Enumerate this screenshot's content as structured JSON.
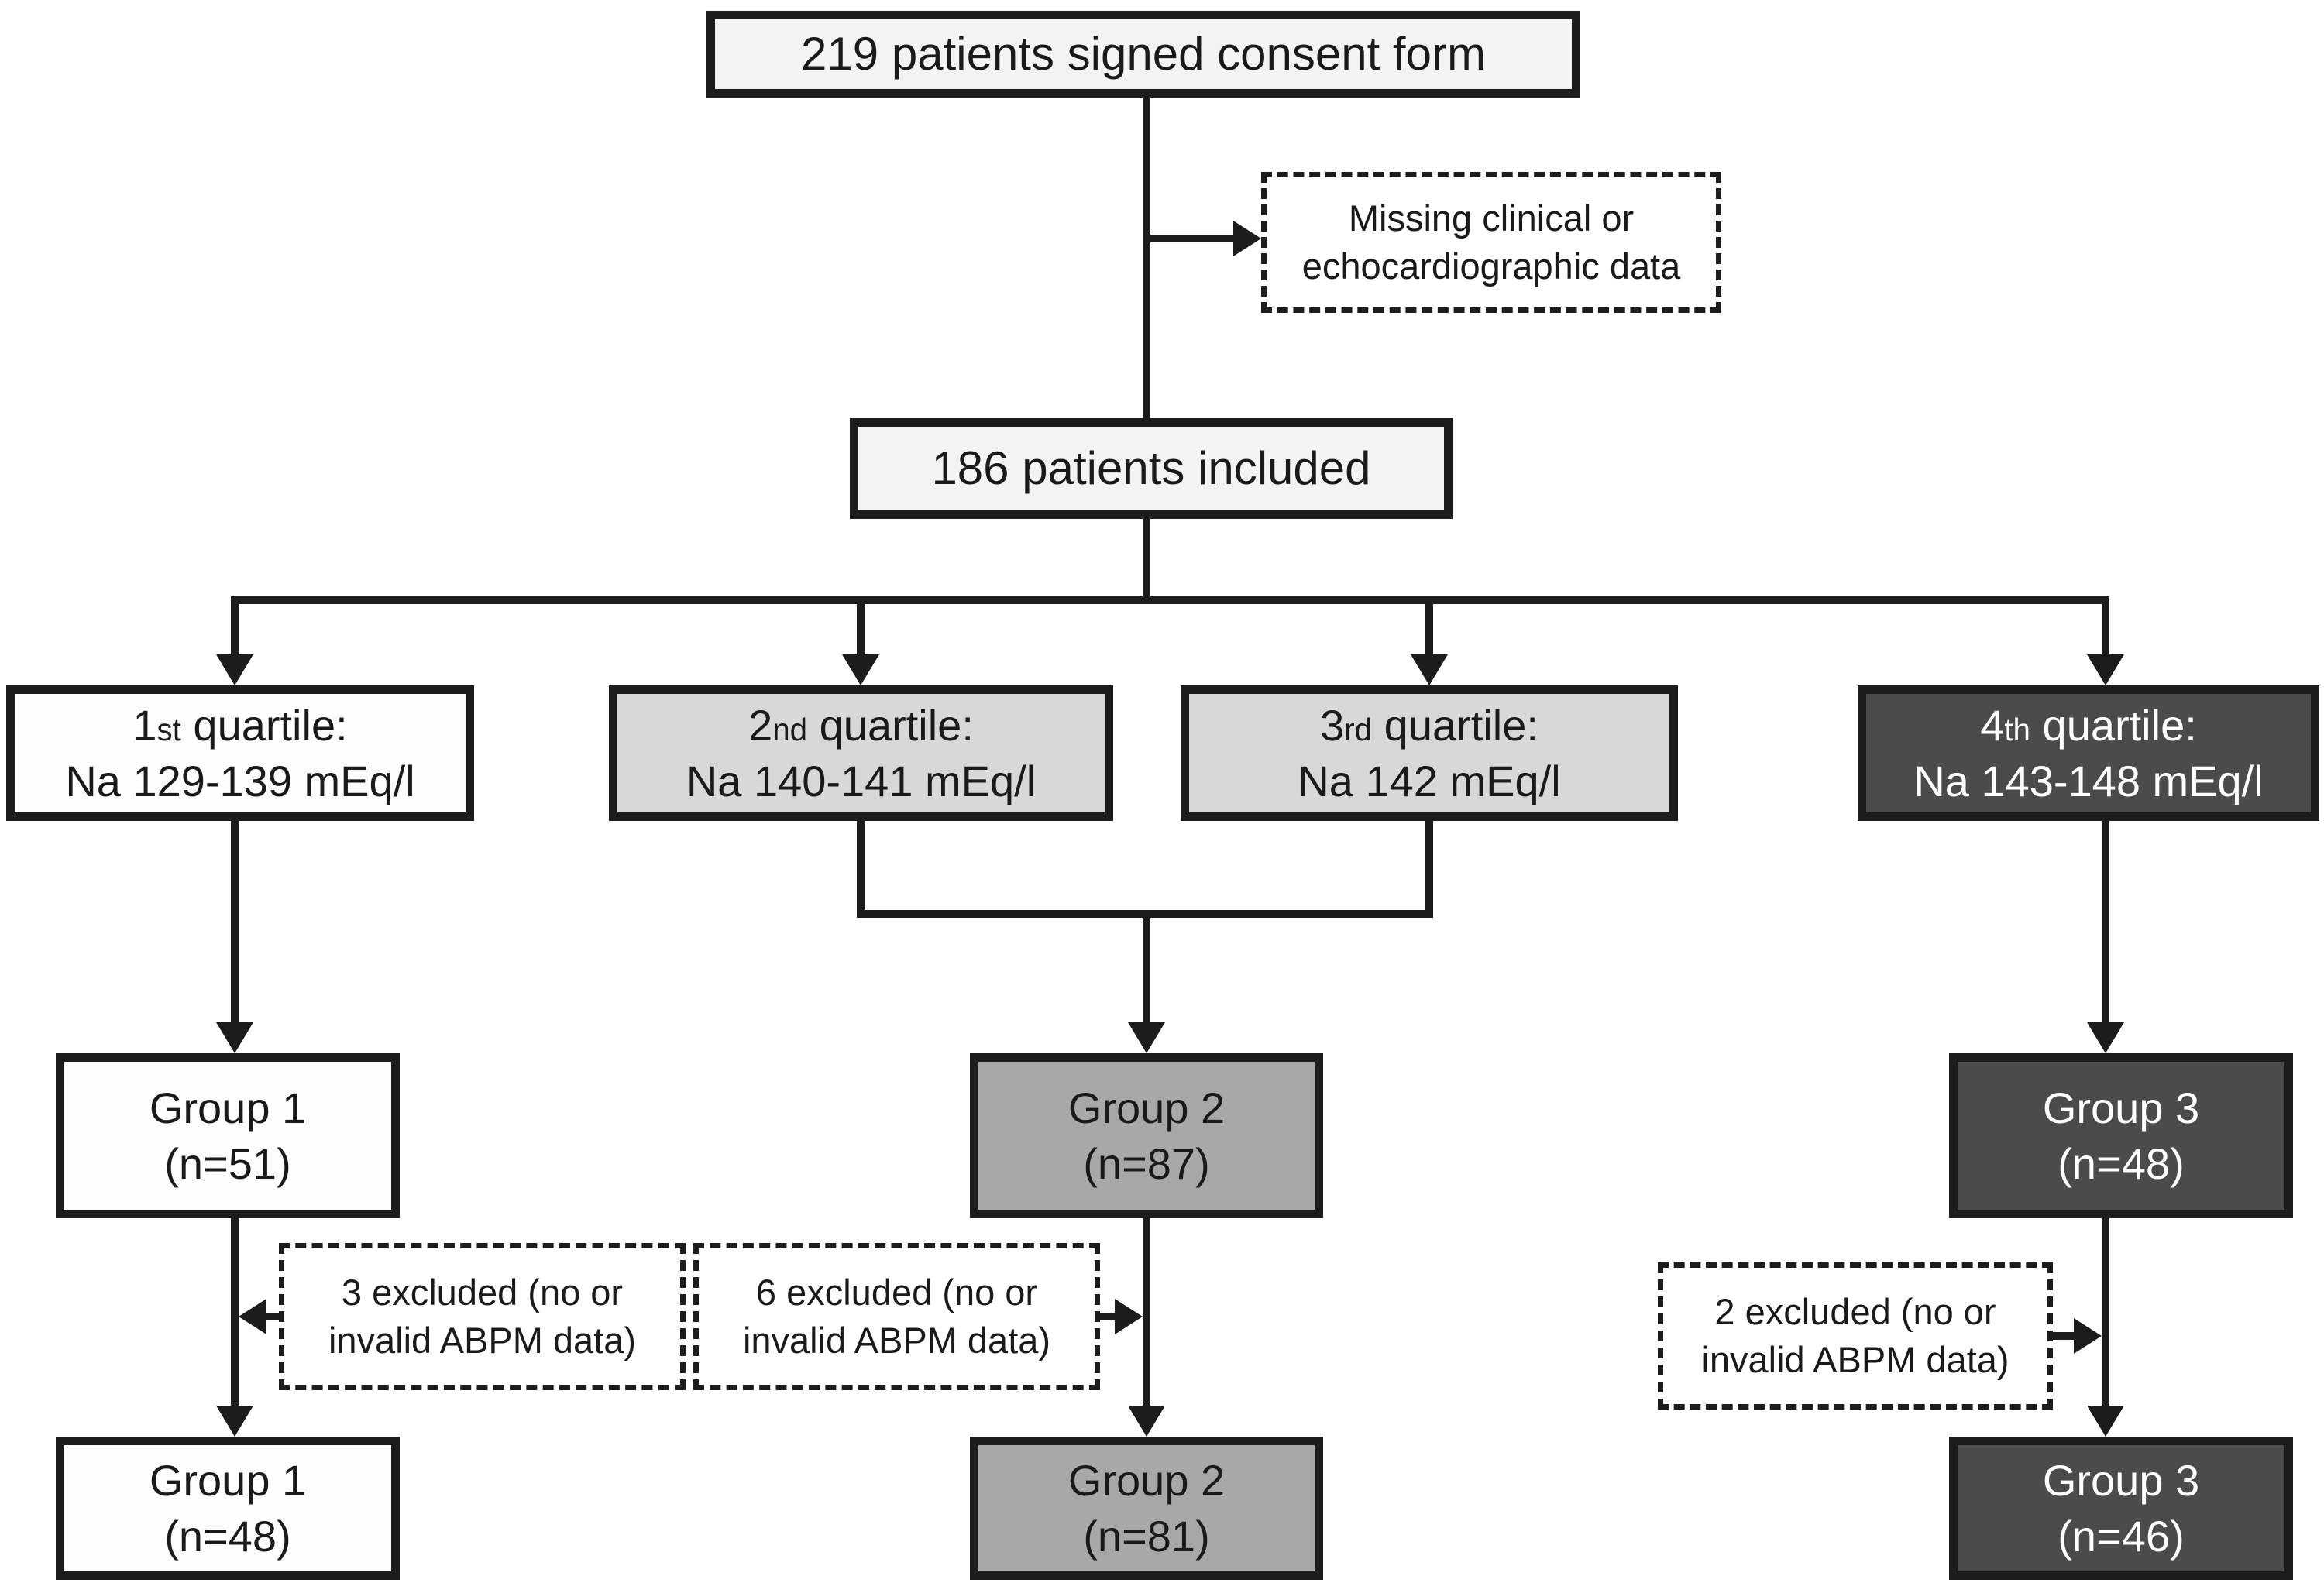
{
  "diagram": {
    "consent": {
      "label": "219 patients signed consent form"
    },
    "missing": {
      "line1": "Missing clinical or",
      "line2": "echocardiographic data"
    },
    "included": {
      "label": "186 patients included"
    },
    "quartiles": [
      {
        "num": "1",
        "ord": "st",
        "rest": " quartile:",
        "line2": "Na 129-139 mEq/l"
      },
      {
        "num": "2",
        "ord": "nd",
        "rest": " quartile:",
        "line2": "Na 140-141 mEq/l"
      },
      {
        "num": "3",
        "ord": "rd",
        "rest": " quartile:",
        "line2": "Na 142 mEq/l"
      },
      {
        "num": "4",
        "ord": "th",
        "rest": " quartile:",
        "line2": "Na 143-148 mEq/l"
      }
    ],
    "groups_initial": [
      {
        "line1": "Group 1",
        "line2": "(n=51)"
      },
      {
        "line1": "Group 2",
        "line2": "(n=87)"
      },
      {
        "line1": "Group 3",
        "line2": "(n=48)"
      }
    ],
    "exclusions": [
      {
        "line1": "3 excluded (no or",
        "line2": "invalid ABPM data)"
      },
      {
        "line1": "6 excluded (no or",
        "line2": "invalid ABPM data)"
      },
      {
        "line1": "2 excluded (no or",
        "line2": "invalid ABPM data)"
      }
    ],
    "groups_final": [
      {
        "line1": "Group 1",
        "line2": "(n=48)"
      },
      {
        "line1": "Group 2",
        "line2": "(n=81)"
      },
      {
        "line1": "Group 3",
        "line2": "(n=46)"
      }
    ],
    "colors": {
      "background": "#ffffff",
      "box_fill_offwhite": "#f3f3f3",
      "box_fill_white": "#fdfdfd",
      "box_fill_light_gray": "#d8d8d8",
      "box_fill_medium_gray": "#a8a8a8",
      "box_fill_dark_gray": "#4b4b4b",
      "line_color": "#1c1c1c",
      "text_dark": "#1a1a1a",
      "text_light": "#ffffff"
    }
  }
}
